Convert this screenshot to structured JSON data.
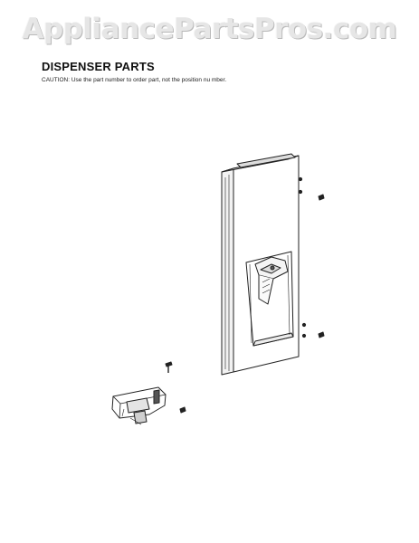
{
  "watermark": {
    "text": "AppliancePartsPros.com"
  },
  "document": {
    "title": "DISPENSER PARTS",
    "caution": "CAUTION: Use the part number to order part, not the position nu mber."
  },
  "diagram": {
    "subject": "exploded view of refrigerator door with dispenser",
    "parts": [
      "door-assembly",
      "dispenser-recess",
      "ice-chute",
      "screws",
      "dispenser-cover-assembly"
    ]
  }
}
